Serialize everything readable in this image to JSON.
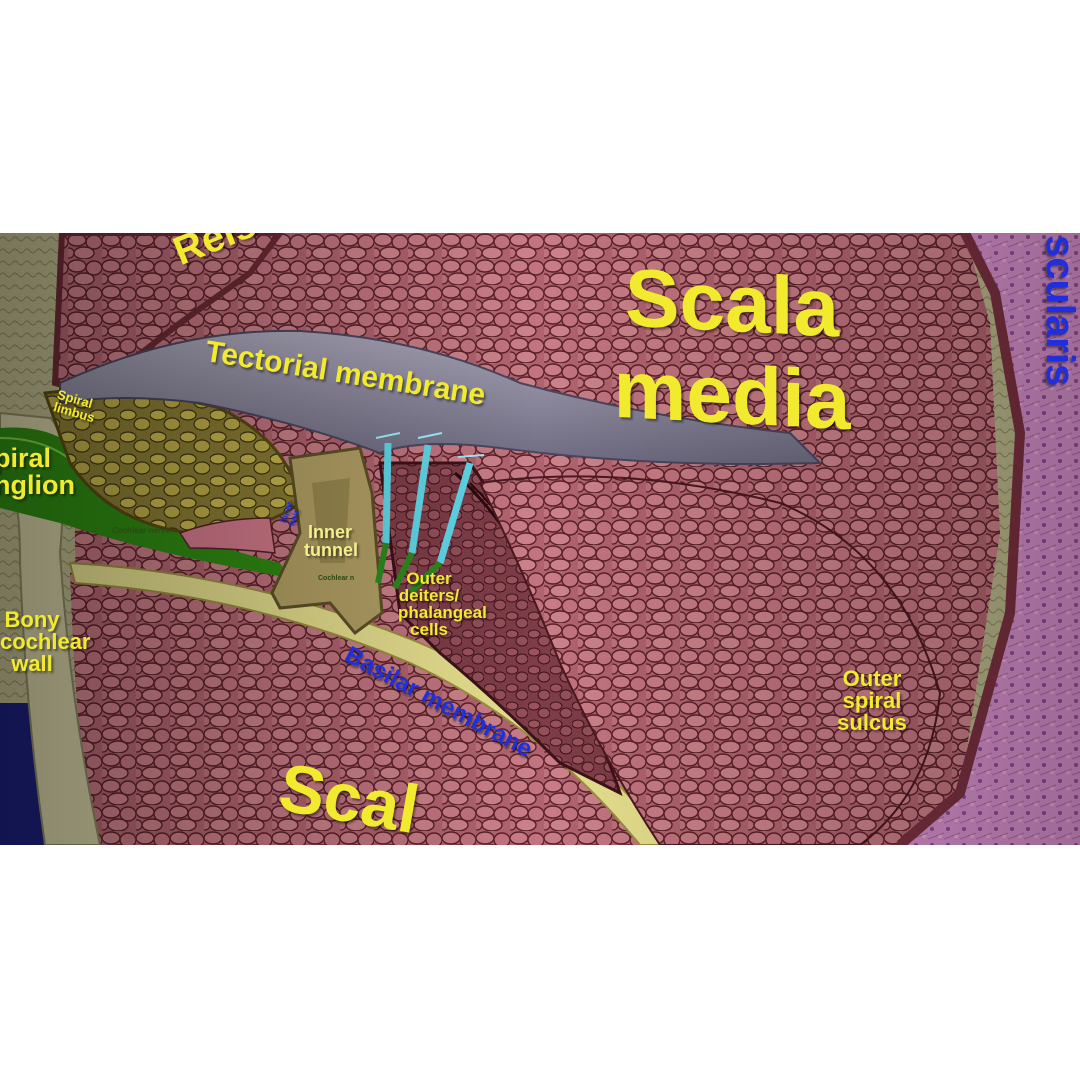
{
  "labels": {
    "scala_media": "Scala\nmedia",
    "reissner": "Reissn",
    "tectorial_membrane": "Tectorial membrane",
    "spiral_limbus": "Spiral\nlimbus",
    "spiral_ganglion": "piral\nnglion",
    "cochlear_nerve": "Cochlear nerve",
    "inner_tunnel": "Inner\ntunnel",
    "cochlear_nerve_2": "Cochlear n",
    "inner_hair": "Inner\nhair",
    "outer_deiters": "Outer\ndeiters/\nphalangeal\ncells",
    "basilar_membrane": "Basilar membrane",
    "bony_cochlear_wall": "Bony\ncochlear\nwall",
    "outer_spiral_sulcus": "Outer\nspiral\nsulcus",
    "stria_vascularis": "scularis",
    "scala_tympani": "Scal"
  },
  "colors": {
    "label_yellow": "#f2ea2e",
    "label_blue": "#1f2fe0",
    "tissue_pink": "#a85a66",
    "tectorial_gray": "#8e8aa0",
    "ganglion_green": "#2f8a12",
    "bone_beige": "#c9c59a",
    "hair_cyan": "#5fd8e8"
  }
}
